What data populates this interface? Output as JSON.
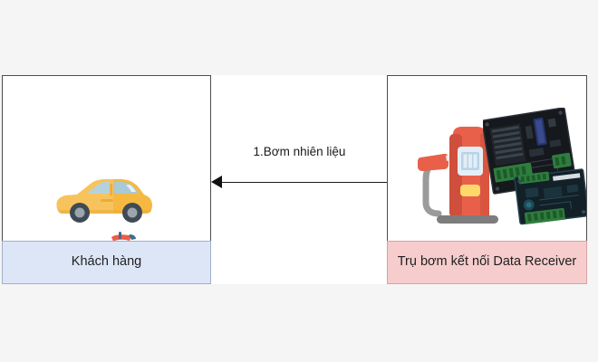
{
  "diagram": {
    "type": "sequence-diagram",
    "background_color": "#f5f5f5",
    "actors": [
      {
        "id": "customer",
        "label": "Khách hàng",
        "label_fill": "#dce6f7",
        "label_border": "#9eb0c9",
        "icons": [
          "car-icon",
          "scooter-icon"
        ]
      },
      {
        "id": "pump",
        "label": "Trụ bơm kết nối Data Receiver",
        "label_fill": "#f6cccc",
        "label_border": "#d9a0a0",
        "icons": [
          "fuel-pump-icon",
          "circuit-board-icon"
        ]
      }
    ],
    "messages": [
      {
        "number": "1.",
        "label": "1.Bơm nhiên liệu",
        "direction": "right-to-left",
        "from": "pump",
        "to": "customer",
        "line_color": "#1a1a1a"
      }
    ]
  }
}
